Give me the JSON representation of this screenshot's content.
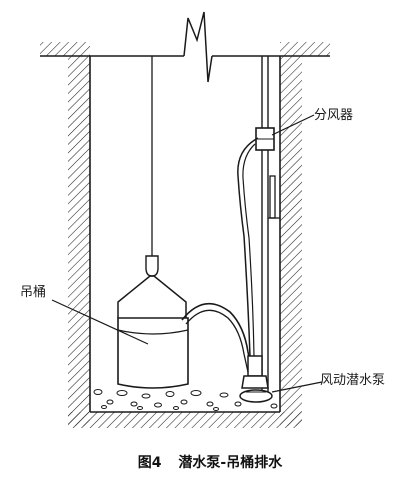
{
  "labels": {
    "distributor": "分风器",
    "bucket": "吊桶",
    "pump": "风动潜水泵"
  },
  "caption": {
    "number": "图4",
    "title": "潜水泵-吊桶排水"
  },
  "colors": {
    "ink": "#1a1a1a",
    "background": "#ffffff"
  }
}
